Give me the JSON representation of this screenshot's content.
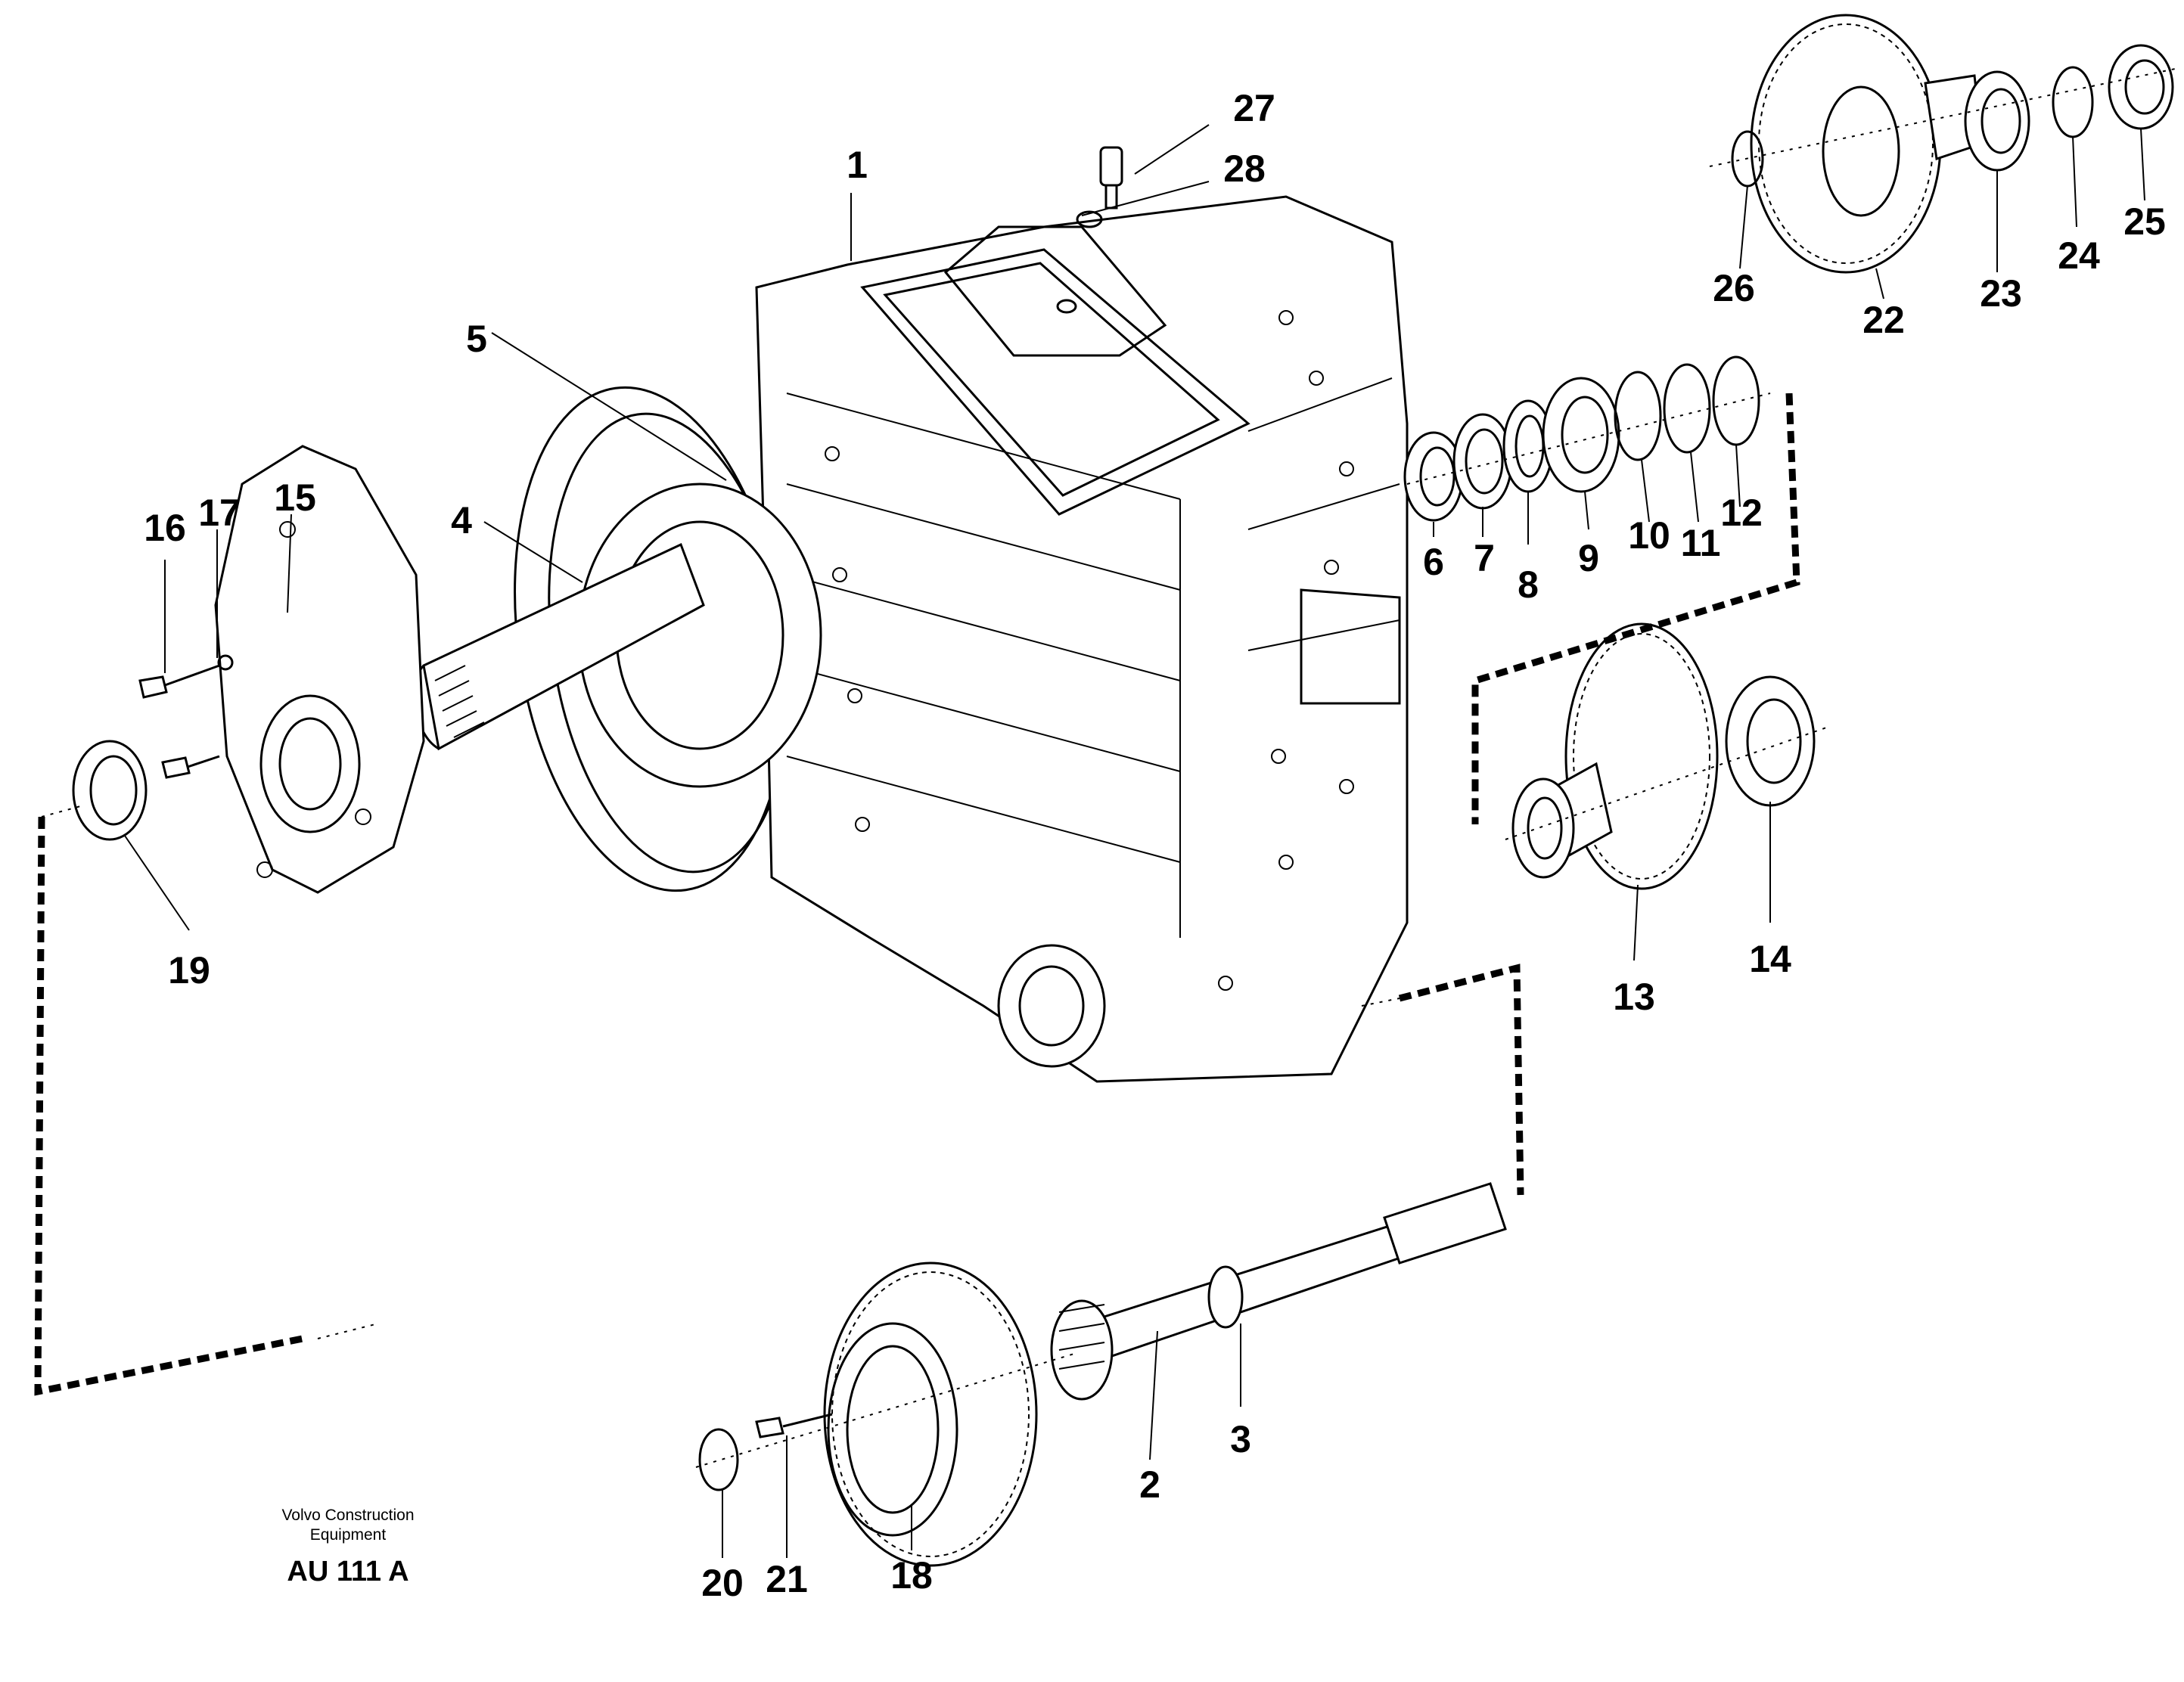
{
  "callouts": [
    "1",
    "2",
    "3",
    "4",
    "5",
    "6",
    "7",
    "8",
    "9",
    "10",
    "11",
    "12",
    "13",
    "14",
    "15",
    "16",
    "17",
    "18",
    "19",
    "20",
    "21",
    "22",
    "23",
    "24",
    "25",
    "26",
    "27",
    "28"
  ],
  "credit": {
    "line1": "Volvo Construction",
    "line2": "Equipment",
    "code": "AU 111 A"
  }
}
